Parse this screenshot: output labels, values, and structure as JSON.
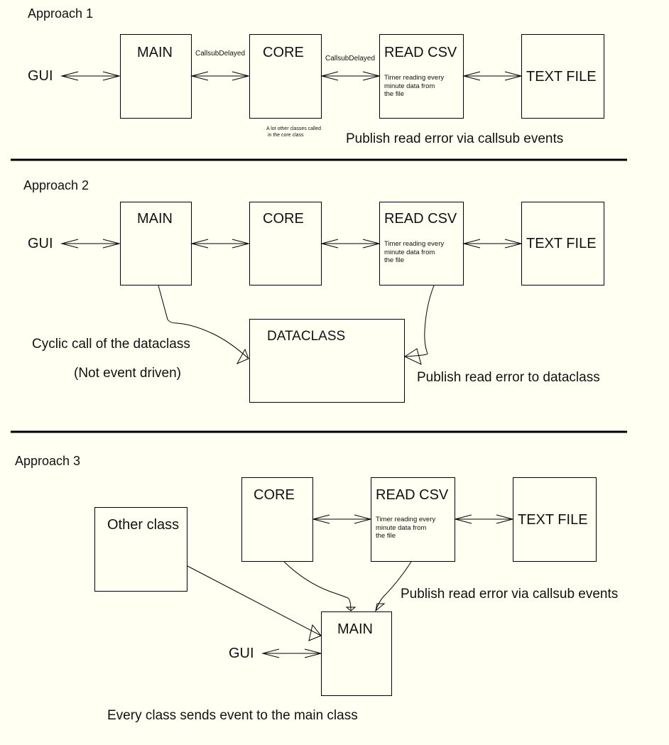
{
  "approach1": {
    "heading": "Approach 1",
    "gui": "GUI",
    "main": "MAIN",
    "core": "CORE",
    "read_csv": "READ CSV",
    "read_csv_note": "Timer reading every\nminute data from\nthe file",
    "text_file": "TEXT FILE",
    "edge_main_core": "CallsubDelayed",
    "edge_core_csv": "CallsubDelayed",
    "core_note": "A lot other classes called\n in the core class",
    "caption": "Publish read error via callsub events"
  },
  "approach2": {
    "heading": "Approach 2",
    "gui": "GUI",
    "main": "MAIN",
    "core": "CORE",
    "read_csv": "READ CSV",
    "read_csv_note": "Timer reading every\nminute data from\nthe file",
    "text_file": "TEXT FILE",
    "dataclass": "DATACLASS",
    "cyclic_caption": "Cyclic call of the dataclass",
    "cyclic_sub": "(Not event driven)",
    "publish_caption": "Publish read error to dataclass"
  },
  "approach3": {
    "heading": "Approach 3",
    "core": "CORE",
    "read_csv": "READ CSV",
    "read_csv_note": "Timer reading every\nminute data from\nthe file",
    "text_file": "TEXT FILE",
    "other_class": "Other class",
    "main": "MAIN",
    "gui": "GUI",
    "publish_caption": "Publish read error via callsub events",
    "footer_caption": "Every class sends event to the main class"
  }
}
